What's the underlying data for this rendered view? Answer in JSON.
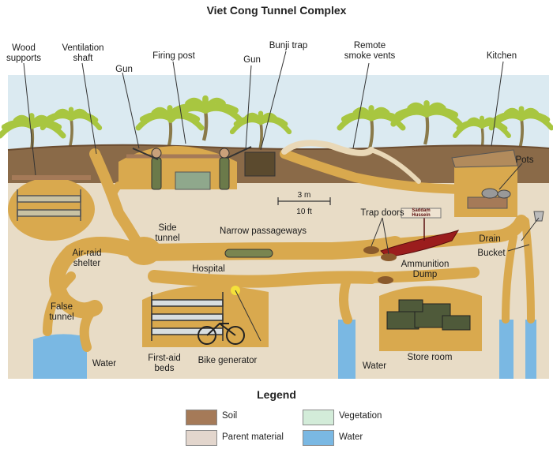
{
  "title": "Viet Cong Tunnel Complex",
  "labels": {
    "wood_supports": [
      "Wood",
      "supports"
    ],
    "ventilation_shaft": [
      "Ventilation",
      "shaft"
    ],
    "firing_post": "Firing post",
    "gun_left": "Gun",
    "gun_right": "Gun",
    "bunji_trap": "Bunji trap",
    "remote_smoke_vents": [
      "Remote",
      "smoke vents"
    ],
    "kitchen": "Kitchen",
    "pots": "Pots",
    "scale_m": "3 m",
    "scale_ft": "10 ft",
    "trap_doors": "Trap doors",
    "side_tunnel": [
      "Side",
      "tunnel"
    ],
    "narrow_passageways": "Narrow passageways",
    "air_raid_shelter": [
      "Air-raid",
      "shelter"
    ],
    "ammunition_dump": [
      "Ammunition",
      "Dump"
    ],
    "drain": "Drain",
    "bucket": "Bucket",
    "hospital": "Hospital",
    "false_tunnel": [
      "False",
      "tunnel"
    ],
    "water_left": "Water",
    "first_aid_beds": [
      "First-aid",
      "beds"
    ],
    "bike_generator": "Bike generator",
    "water_mid": "Water",
    "store_room": "Store room",
    "missile_text": [
      "Saddam",
      "Hussein"
    ]
  },
  "legend": {
    "title": "Legend",
    "items": [
      {
        "label": "Soil",
        "color": "#a57a58"
      },
      {
        "label": "Parent material",
        "color": "#e3d6cd"
      },
      {
        "label": "Vegetation",
        "color": "#d3ecd9"
      },
      {
        "label": "Water",
        "color": "#7ab8e3"
      }
    ]
  },
  "colors": {
    "sky": "#dbeaf1",
    "soil": "#8a6a48",
    "parent_material": "#e8dcc6",
    "tunnel": "#d9a94e",
    "water": "#7ab8e3",
    "vegetation": "#a8c640"
  }
}
